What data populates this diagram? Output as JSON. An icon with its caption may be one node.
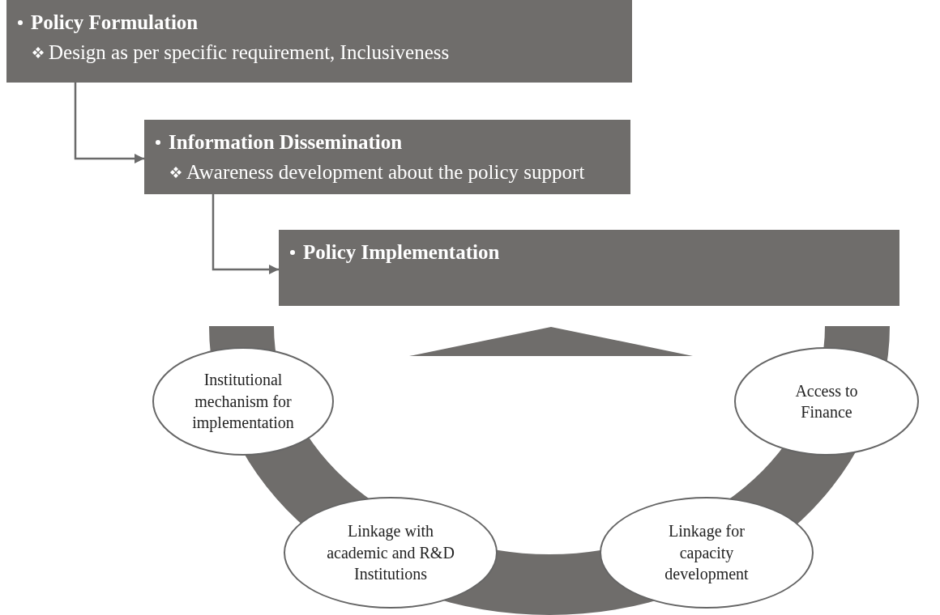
{
  "diagram": {
    "nodes": [
      {
        "text": [
          "Policy Formulation",
          "Design as per specific requirement, Inclusiveness"
        ]
      },
      {
        "text": [
          "Information Dissemination",
          "Awareness development about the policy support"
        ]
      },
      {
        "text": [
          "Policy Implementation"
        ]
      },
      {
        "text": [
          "Institutional mechanism for implementation"
        ]
      },
      {
        "text": [
          "Access to Finance"
        ]
      },
      {
        "text": [
          "Linkage with academic and R&D Institutions"
        ]
      },
      {
        "text": [
          "Linkage for capacity development"
        ]
      }
    ],
    "edges": [
      {
        "from": 0,
        "to": 1,
        "arrow": "to"
      },
      {
        "from": 1,
        "to": 2,
        "arrow": "to"
      }
    ]
  }
}
